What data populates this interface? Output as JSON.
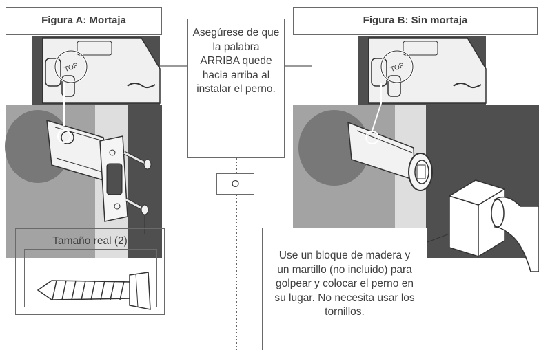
{
  "figures": [
    {
      "title": "Figura A: Mortaja"
    },
    {
      "title": "Figura B: Sin mortaja"
    }
  ],
  "center_note": "Asegúrese de que la palabra ARRIBA quede hacia arriba al instalar el perno.",
  "or_label": "O",
  "screw_label": "Tamaño real (2)",
  "block_note": "Use un bloque de madera y un martillo (no incluido) para golpear y colocar el perno en su lugar. No necesita usar los tornillos.",
  "latch_marking": "TOP",
  "colors": {
    "door_face": "#a3a3a3",
    "door_edge_strip": "#dedede",
    "frame_dark": "#4f4f4f",
    "bore_hole": "#787878",
    "line": "#3a3a3a"
  }
}
